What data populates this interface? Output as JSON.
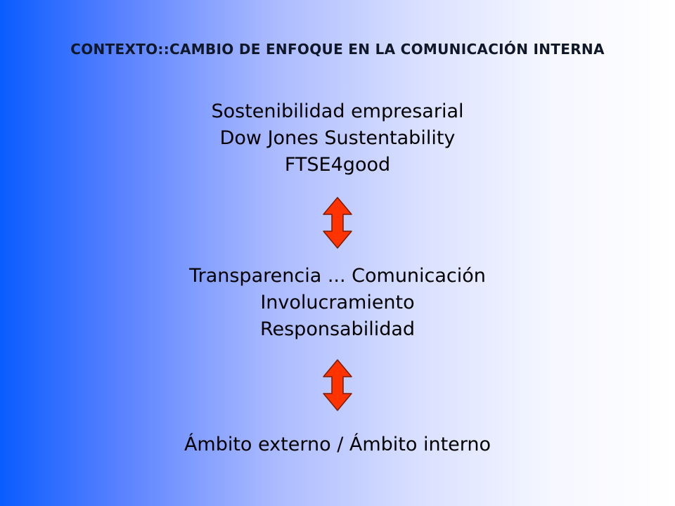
{
  "slide": {
    "title": "CONTEXTO::CAMBIO DE ENFOQUE EN LA COMUNICACIÓN INTERNA",
    "block1": {
      "line1": "Sostenibilidad empresarial",
      "line2": "Dow Jones Sustentability",
      "line3": "FTSE4good"
    },
    "block2": {
      "line1": "Transparencia ... Comunicación",
      "line2": "Involucramiento",
      "line3": "Responsabilidad"
    },
    "block3": {
      "line1": "Ámbito externo / Ámbito interno"
    }
  },
  "icons": {
    "arrow_top": "double-arrow-vertical-icon",
    "arrow_bottom": "double-arrow-vertical-icon"
  },
  "colors": {
    "arrow_fill": "#ff3300",
    "arrow_stroke": "#7a1a00",
    "gradient_left": "#0a5cff",
    "gradient_right": "#ffffff"
  }
}
